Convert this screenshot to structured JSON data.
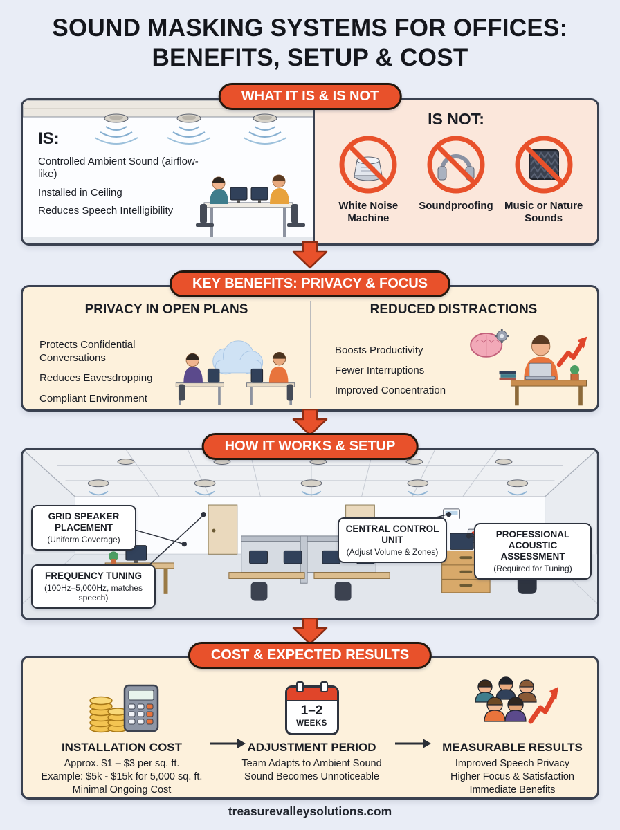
{
  "page": {
    "title_line1": "SOUND MASKING SYSTEMS FOR OFFICES:",
    "title_line2": "BENEFITS, SETUP & COST",
    "footer": "treasurevalleysolutions.com"
  },
  "colors": {
    "accent_orange": "#e8512b",
    "arrow_red": "#e0452a",
    "panel_cream": "#fdf1dc",
    "panel_peach": "#fbe7db",
    "background": "#e9edf6",
    "border_dark": "#3a4150"
  },
  "sections": {
    "what_it_is": {
      "banner": "WHAT IT IS & IS NOT",
      "is": {
        "heading": "IS:",
        "items": [
          "Controlled Ambient Sound (airflow-like)",
          "Installed in Ceiling",
          "Reduces Speech Intelligibility"
        ]
      },
      "is_not": {
        "heading": "IS NOT:",
        "items": [
          {
            "icon": "white-noise-machine",
            "label": "White Noise Machine"
          },
          {
            "icon": "headphones",
            "label": "Soundproofing"
          },
          {
            "icon": "acoustic-foam",
            "label": "Music or Nature Sounds"
          }
        ]
      }
    },
    "benefits": {
      "banner": "KEY BENEFITS: PRIVACY & FOCUS",
      "privacy": {
        "heading": "PRIVACY IN OPEN PLANS",
        "items": [
          "Protects Confidential Conversations",
          "Reduces Eavesdropping",
          "Compliant Environment"
        ]
      },
      "distractions": {
        "heading": "REDUCED DISTRACTIONS",
        "items": [
          "Boosts Productivity",
          "Fewer Interruptions",
          "Improved Concentration"
        ]
      }
    },
    "setup": {
      "banner": "HOW IT WORKS & SETUP",
      "callouts": [
        {
          "title": "GRID SPEAKER PLACEMENT",
          "subtitle": "(Uniform Coverage)"
        },
        {
          "title": "FREQUENCY TUNING",
          "subtitle": "(100Hz–5,000Hz, matches speech)"
        },
        {
          "title": "CENTRAL CONTROL UNIT",
          "subtitle": "(Adjust Volume & Zones)"
        },
        {
          "title": "PROFESSIONAL ACOUSTIC ASSESSMENT",
          "subtitle": "(Required for Tuning)"
        }
      ]
    },
    "cost": {
      "banner": "COST & EXPECTED RESULTS",
      "steps": [
        {
          "icon": "coins-calculator",
          "heading": "INSTALLATION COST",
          "lines": [
            "Approx. $1 – $3 per sq. ft.",
            "Example: $5k - $15k for 5,000 sq. ft.",
            "Minimal Ongoing Cost"
          ]
        },
        {
          "icon": "calendar",
          "calendar_top": "1–2",
          "calendar_bottom": "WEEKS",
          "heading": "ADJUSTMENT PERIOD",
          "lines": [
            "Team Adapts to Ambient Sound",
            "Sound Becomes Unnoticeable"
          ]
        },
        {
          "icon": "people-growth",
          "heading": "MEASURABLE RESULTS",
          "lines": [
            "Improved Speech Privacy",
            "Higher Focus & Satisfaction",
            "Immediate Benefits"
          ]
        }
      ]
    }
  }
}
